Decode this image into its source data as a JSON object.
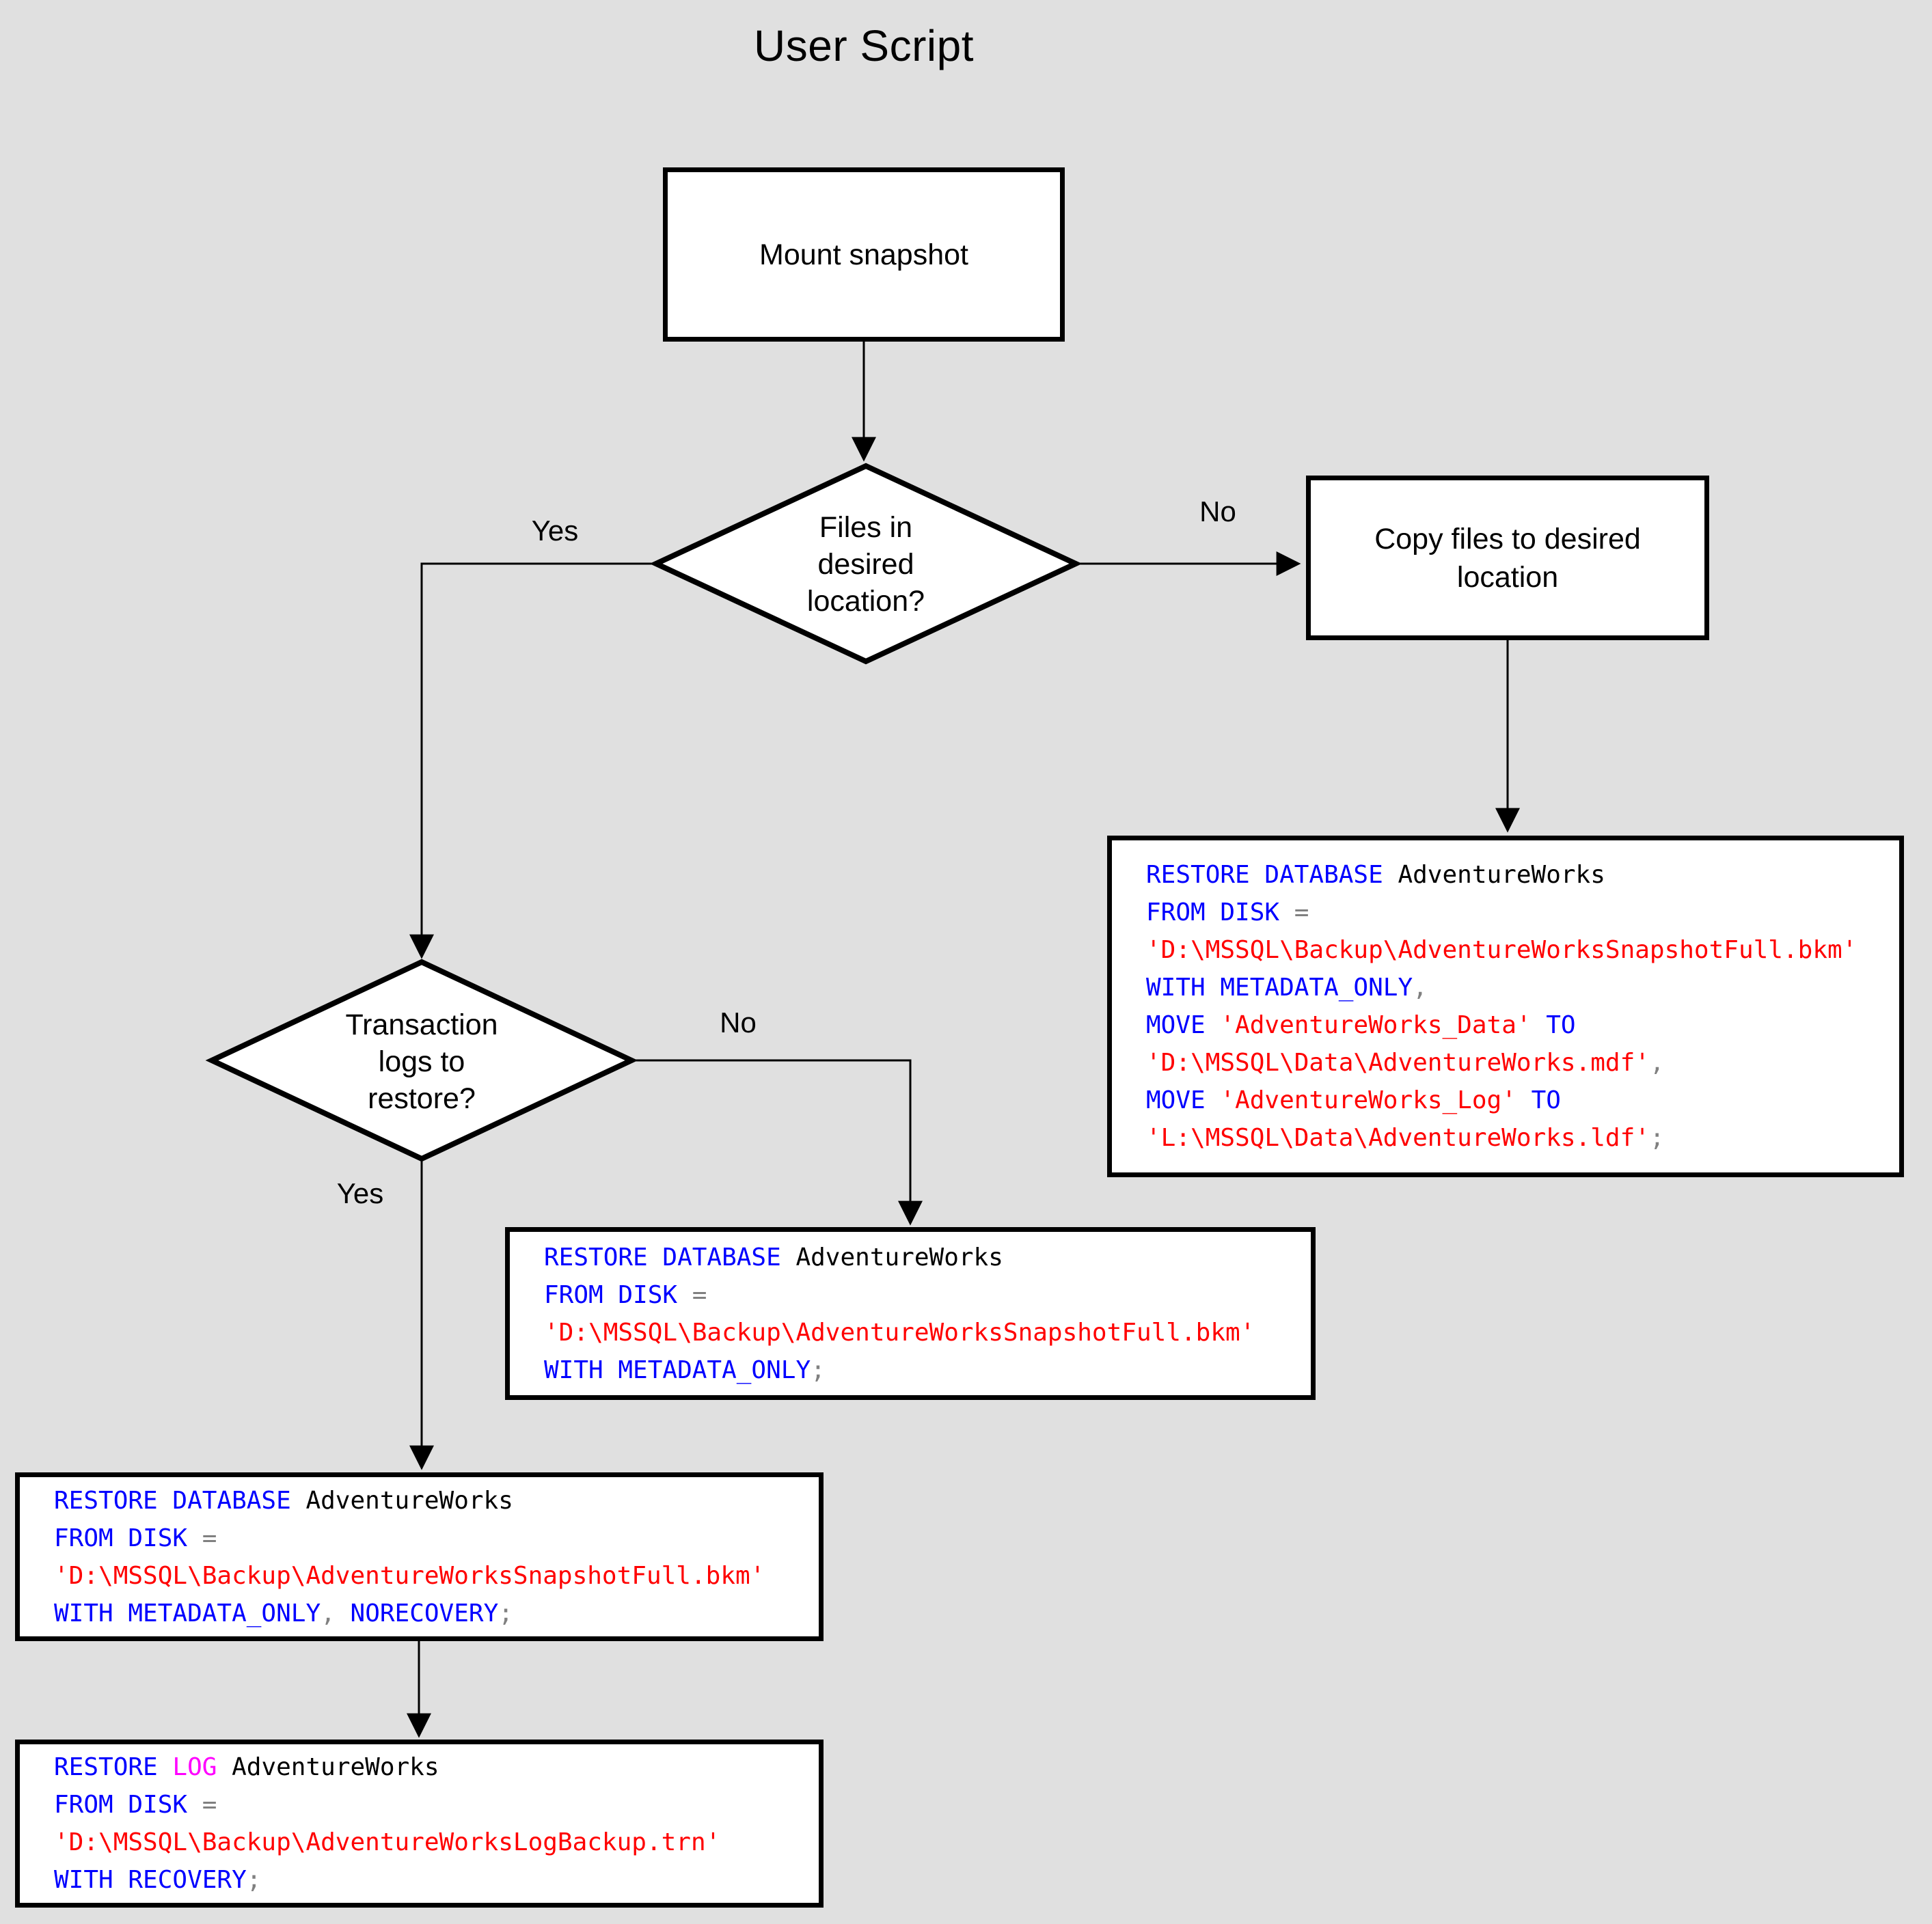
{
  "title": "User Script",
  "colors": {
    "kw": "#0000ff",
    "str": "#ff0000",
    "op": "#808080",
    "log": "#ff00ff",
    "id": "#000000"
  },
  "nodes": {
    "mount": {
      "label": "Mount snapshot"
    },
    "decision_files": {
      "lines": [
        "Files in",
        "desired",
        "location?"
      ]
    },
    "copy": {
      "lines": [
        "Copy files to desired",
        "location"
      ]
    },
    "decision_logs": {
      "lines": [
        "Transaction",
        "logs to",
        "restore?"
      ]
    }
  },
  "edges": {
    "files_yes": "Yes",
    "files_no": "No",
    "logs_yes": "Yes",
    "logs_no": "No"
  },
  "code_blocks": {
    "restore_copy_move": {
      "lines": [
        [
          {
            "t": "RESTORE DATABASE",
            "c": "kw"
          },
          {
            "t": " AdventureWorks",
            "c": "id"
          }
        ],
        [
          {
            "t": "FROM DISK",
            "c": "kw"
          },
          {
            "t": " ",
            "c": "id"
          },
          {
            "t": "=",
            "c": "op"
          }
        ],
        [
          {
            "t": "'D:\\MSSQL\\Backup\\AdventureWorksSnapshotFull.bkm'",
            "c": "str"
          }
        ],
        [
          {
            "t": "WITH METADATA_ONLY",
            "c": "kw"
          },
          {
            "t": ",",
            "c": "op"
          }
        ],
        [
          {
            "t": "MOVE",
            "c": "kw"
          },
          {
            "t": " ",
            "c": "id"
          },
          {
            "t": "'AdventureWorks_Data'",
            "c": "str"
          },
          {
            "t": " ",
            "c": "id"
          },
          {
            "t": "TO",
            "c": "kw"
          }
        ],
        [
          {
            "t": "'D:\\MSSQL\\Data\\AdventureWorks.mdf'",
            "c": "str"
          },
          {
            "t": ",",
            "c": "op"
          }
        ],
        [
          {
            "t": "MOVE",
            "c": "kw"
          },
          {
            "t": " ",
            "c": "id"
          },
          {
            "t": "'AdventureWorks_Log'",
            "c": "str"
          },
          {
            "t": " ",
            "c": "id"
          },
          {
            "t": "TO",
            "c": "kw"
          }
        ],
        [
          {
            "t": "'L:\\MSSQL\\Data\\AdventureWorks.ldf'",
            "c": "str"
          },
          {
            "t": ";",
            "c": "op"
          }
        ]
      ]
    },
    "restore_metadata_only": {
      "lines": [
        [
          {
            "t": "RESTORE DATABASE",
            "c": "kw"
          },
          {
            "t": " AdventureWorks",
            "c": "id"
          }
        ],
        [
          {
            "t": "FROM DISK",
            "c": "kw"
          },
          {
            "t": " ",
            "c": "id"
          },
          {
            "t": "=",
            "c": "op"
          }
        ],
        [
          {
            "t": "'D:\\MSSQL\\Backup\\AdventureWorksSnapshotFull.bkm'",
            "c": "str"
          }
        ],
        [
          {
            "t": "WITH METADATA_ONLY",
            "c": "kw"
          },
          {
            "t": ";",
            "c": "op"
          }
        ]
      ]
    },
    "restore_norecovery": {
      "lines": [
        [
          {
            "t": "RESTORE DATABASE",
            "c": "kw"
          },
          {
            "t": " AdventureWorks",
            "c": "id"
          }
        ],
        [
          {
            "t": "FROM DISK",
            "c": "kw"
          },
          {
            "t": " ",
            "c": "id"
          },
          {
            "t": "=",
            "c": "op"
          }
        ],
        [
          {
            "t": "'D:\\MSSQL\\Backup\\AdventureWorksSnapshotFull.bkm'",
            "c": "str"
          }
        ],
        [
          {
            "t": "WITH METADATA_ONLY",
            "c": "kw"
          },
          {
            "t": ",",
            "c": "op"
          },
          {
            "t": " ",
            "c": "id"
          },
          {
            "t": "NORECOVERY",
            "c": "kw"
          },
          {
            "t": ";",
            "c": "op"
          }
        ]
      ]
    },
    "restore_log_recovery": {
      "lines": [
        [
          {
            "t": "RESTORE ",
            "c": "kw"
          },
          {
            "t": "LOG",
            "c": "log"
          },
          {
            "t": " AdventureWorks",
            "c": "id"
          }
        ],
        [
          {
            "t": "FROM DISK",
            "c": "kw"
          },
          {
            "t": " ",
            "c": "id"
          },
          {
            "t": "=",
            "c": "op"
          }
        ],
        [
          {
            "t": "'D:\\MSSQL\\Backup\\AdventureWorksLogBackup.trn'",
            "c": "str"
          }
        ],
        [
          {
            "t": "WITH RECOVERY",
            "c": "kw"
          },
          {
            "t": ";",
            "c": "op"
          }
        ]
      ]
    }
  }
}
